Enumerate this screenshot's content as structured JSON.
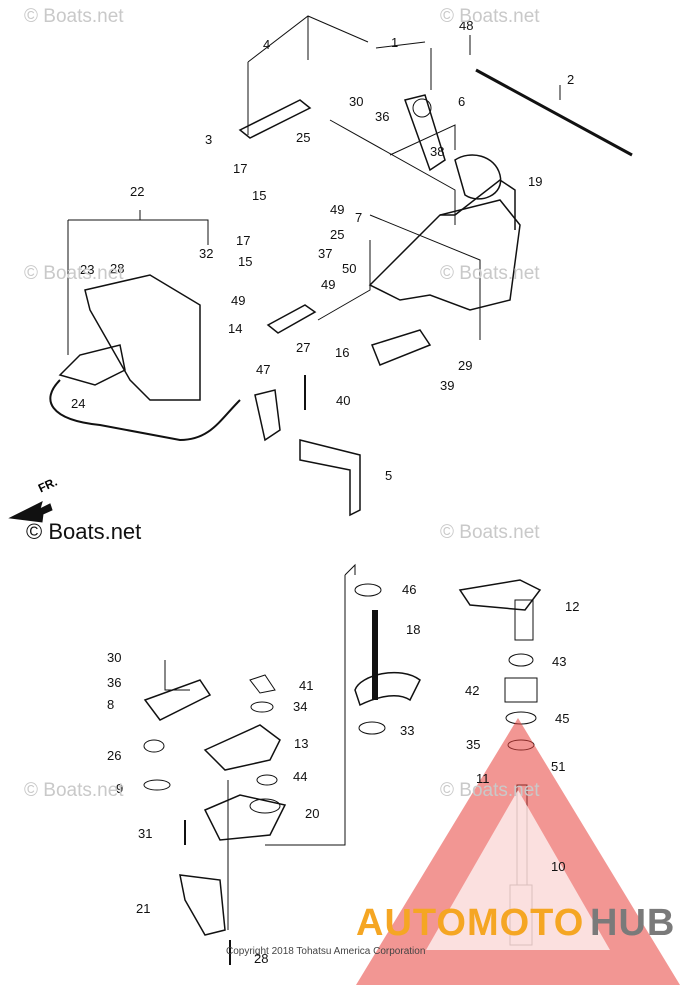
{
  "watermark": "© Boats.net",
  "copyright": "© Boats.net",
  "footer": "Copyright 2018 Tohatsu America Corporation",
  "fr_label": "FR.",
  "brand": {
    "part1": "AUTOMOTO",
    "part2": "HUB",
    "color1": "#f5a623",
    "color2": "#7a7a7a",
    "logo_color": "#e8403a"
  },
  "callouts": [
    "1",
    "2",
    "3",
    "4",
    "5",
    "6",
    "7",
    "8",
    "9",
    "10",
    "11",
    "12",
    "13",
    "14",
    "15",
    "15",
    "16",
    "17",
    "17",
    "18",
    "19",
    "20",
    "21",
    "22",
    "23",
    "24",
    "25",
    "25",
    "26",
    "27",
    "28",
    "28",
    "29",
    "30",
    "30",
    "31",
    "32",
    "33",
    "34",
    "35",
    "36",
    "36",
    "37",
    "38",
    "39",
    "40",
    "41",
    "42",
    "43",
    "44",
    "45",
    "46",
    "47",
    "48",
    "49",
    "49",
    "49",
    "50",
    "51"
  ]
}
